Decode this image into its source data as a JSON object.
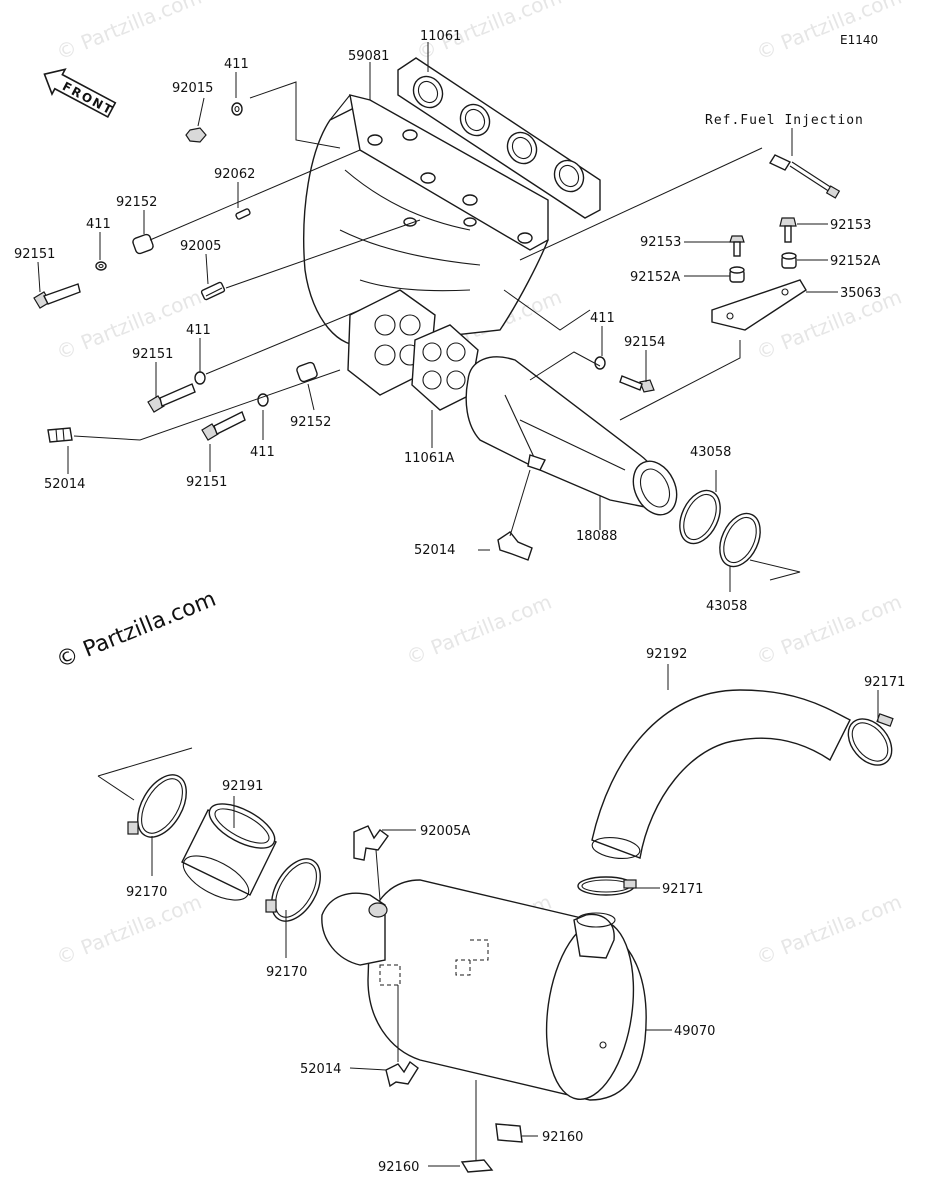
{
  "diagram_code": "E1140",
  "front_label": "FRONT",
  "ref_note": "Ref.Fuel Injection",
  "copyright": "© Partzilla.com",
  "watermark": "© Partzilla.com",
  "labels": {
    "p11061": "11061",
    "p59081": "59081",
    "p411_top": "411",
    "p92015": "92015",
    "p92062": "92062",
    "p92152_left": "92152",
    "p411_left": "411",
    "p92151_left": "92151",
    "p92005": "92005",
    "p411_mid": "411",
    "p92151_mid": "92151",
    "p52014_left": "52014",
    "p92151_bottom": "92151",
    "p411_bottom": "411",
    "p92152_mid": "92152",
    "p11061A": "11061A",
    "p411_right": "411",
    "p92154": "92154",
    "p92153_a": "92153",
    "p92153_b": "92153",
    "p92152A_a": "92152A",
    "p92152A_b": "92152A",
    "p35063": "35063",
    "p43058_a": "43058",
    "p43058_b": "43058",
    "p18088": "18088",
    "p52014_mid": "52014",
    "p92192": "92192",
    "p92171_top": "92171",
    "p92191": "92191",
    "p92005A": "92005A",
    "p92170_left": "92170",
    "p92170_mid": "92170",
    "p92171_mid": "92171",
    "p49070": "49070",
    "p52014_bottom": "52014",
    "p92160_right": "92160",
    "p92160_bottom": "92160"
  }
}
